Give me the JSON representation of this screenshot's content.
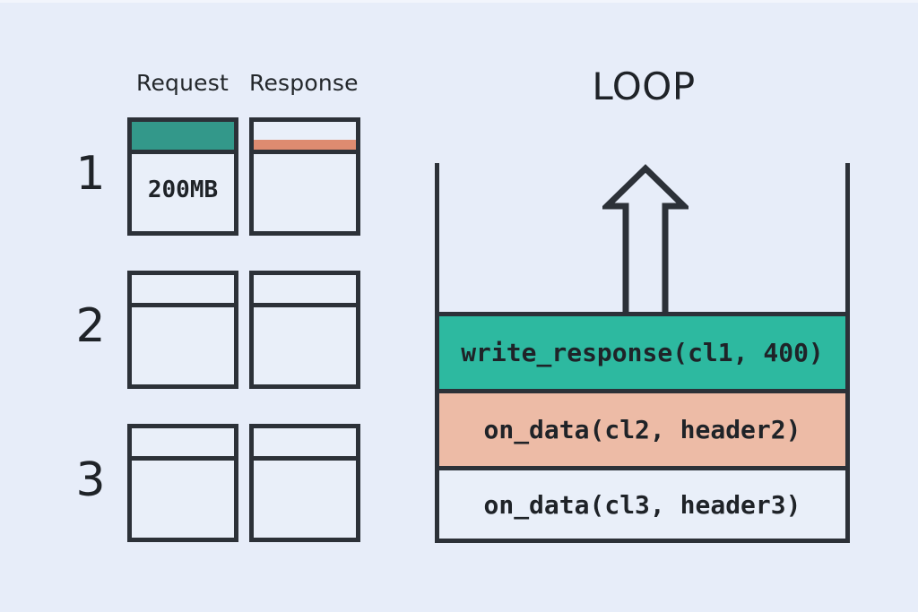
{
  "background_color": "#e7edf9",
  "stroke_color": "#2c3138",
  "columns": {
    "request_label": "Request",
    "response_label": "Response"
  },
  "rows": [
    {
      "number": "1",
      "request": {
        "header_fill": "#33988a",
        "body_label": "200MB"
      },
      "response": {
        "header_fill": "none",
        "stripe_color": "#de8b70",
        "body_label": ""
      }
    },
    {
      "number": "2",
      "request": {
        "header_fill": "none",
        "body_label": ""
      },
      "response": {
        "header_fill": "none",
        "body_label": ""
      }
    },
    {
      "number": "3",
      "request": {
        "header_fill": "none",
        "body_label": ""
      },
      "response": {
        "header_fill": "none",
        "body_label": ""
      }
    }
  ],
  "loop": {
    "title": "LOOP",
    "arrow_icon": "arrow-up-outline-icon",
    "bars": [
      {
        "label": "write_response(cl1, 400)",
        "fill": "#2db9a0"
      },
      {
        "label": "on_data(cl2, header2)",
        "fill": "#edbba6"
      },
      {
        "label": "on_data(cl3, header3)",
        "fill": "#e9eff9"
      }
    ]
  }
}
